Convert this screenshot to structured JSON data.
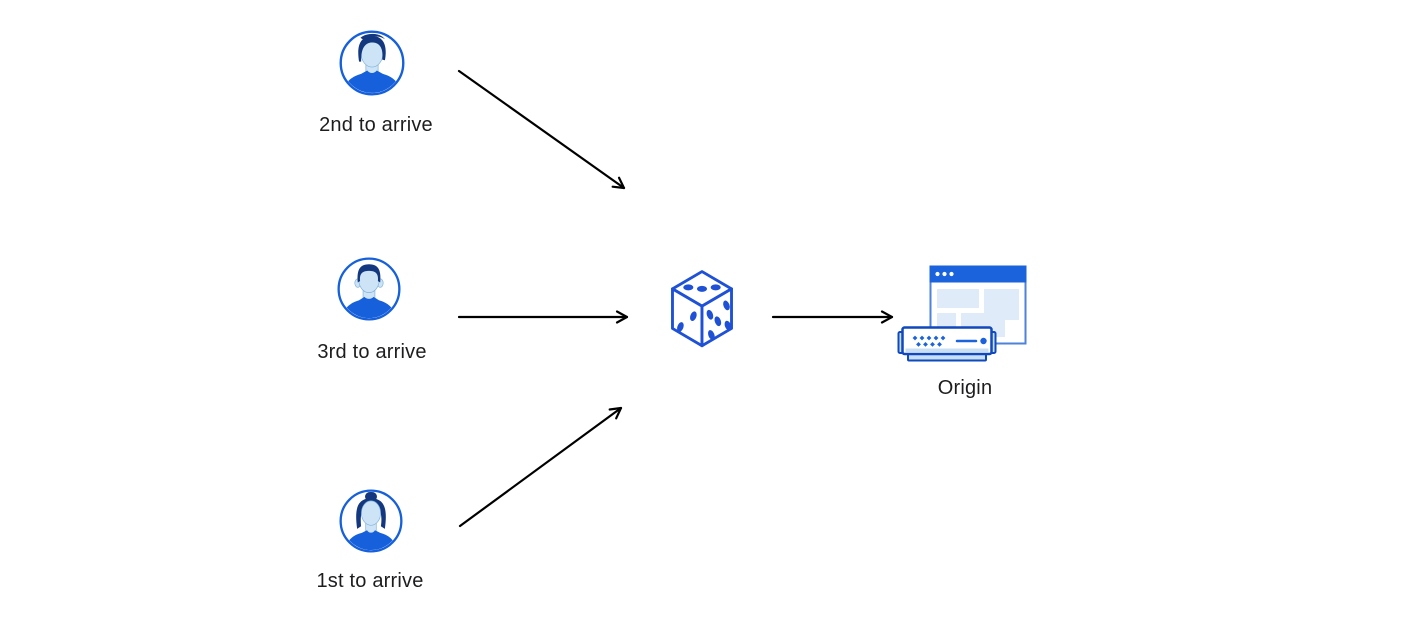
{
  "diagram": {
    "background": "#ffffff",
    "colors": {
      "brand_blue": "#1660DB",
      "hair_navy": "#14387F",
      "face_light_blue": "#CDE4F6",
      "pale_blue_fill": "#DFEBF8",
      "window_border_blue": "#4E82DB",
      "window_titlebar_blue": "#1B63DD",
      "server_border_blue": "#1048BE",
      "server_accent_light": "#C9DFF4",
      "dice_blue": "#1E51D6",
      "arrow_color": "#000000",
      "text_color": "#1D1D1F"
    },
    "nodes": [
      {
        "id": "visitor-second",
        "label": "2nd to arrive",
        "icon": "user-avatar-icon"
      },
      {
        "id": "visitor-third",
        "label": "3rd to arrive",
        "icon": "user-avatar-icon"
      },
      {
        "id": "visitor-first",
        "label": "1st to arrive",
        "icon": "user-avatar-icon"
      },
      {
        "id": "randomizer",
        "label": "",
        "icon": "dice-icon"
      },
      {
        "id": "origin",
        "label": "Origin",
        "icon": "origin-server-icon"
      }
    ],
    "edges": [
      {
        "from": "visitor-second",
        "to": "randomizer"
      },
      {
        "from": "visitor-third",
        "to": "randomizer"
      },
      {
        "from": "visitor-first",
        "to": "randomizer"
      },
      {
        "from": "randomizer",
        "to": "origin"
      }
    ]
  }
}
